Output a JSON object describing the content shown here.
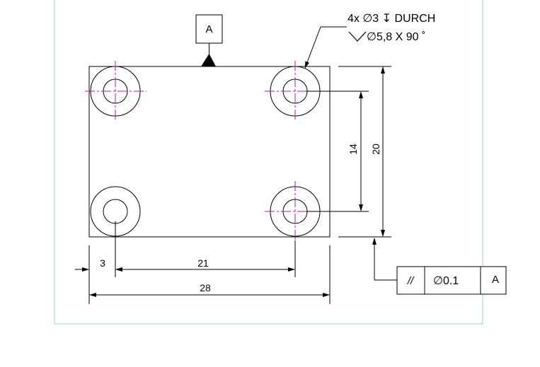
{
  "colors": {
    "frame": "#9cc8dc",
    "line": "#000000",
    "centerline": "#a020a0",
    "background": "#ffffff"
  },
  "datum": {
    "top_label": "A"
  },
  "hole_note": {
    "line1": "4x ∅3 ↧ DURCH",
    "line2": "∅5,8 X 90 ˚"
  },
  "dimensions": {
    "hole_offset": "3",
    "hole_spacing_x": "21",
    "overall_width": "28",
    "hole_spacing_y": "14",
    "overall_height": "20"
  },
  "tolerance_frame": {
    "symbol": "//",
    "value": "∅0.1",
    "datum": "A"
  },
  "icons": {
    "parallelism": "parallelism-icon",
    "datum_triangle": "datum-triangle-icon",
    "countersink": "countersink-icon"
  }
}
